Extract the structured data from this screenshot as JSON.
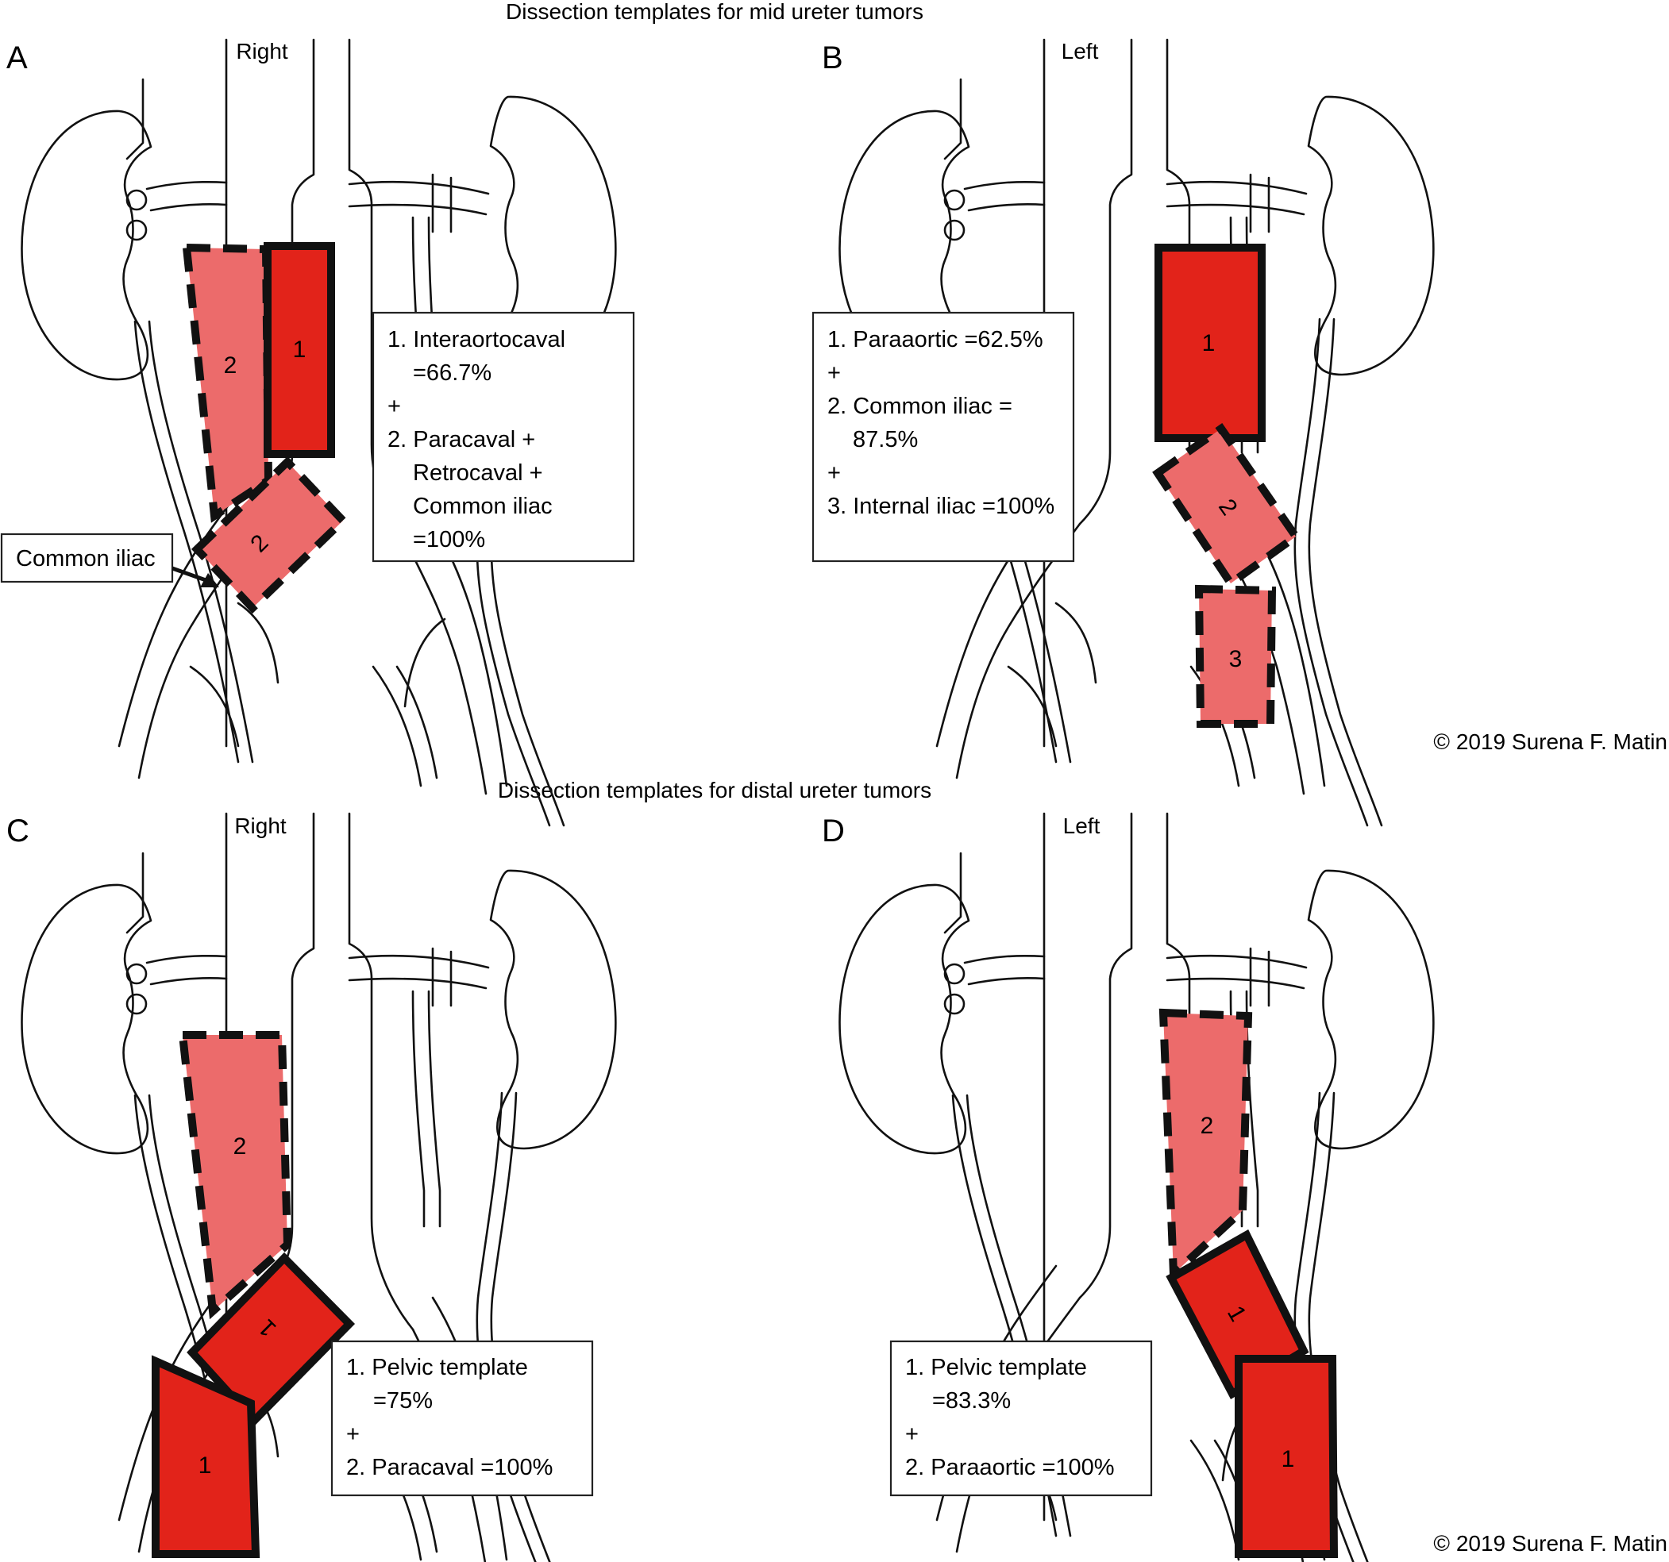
{
  "colors": {
    "solid_zone": "#e2231a",
    "dashed_zone": "#ec6b6b",
    "line": "#111111"
  },
  "sections": {
    "mid": {
      "title": "Dissection templates for mid ureter tumors"
    },
    "distal": {
      "title": "Dissection templates for distal ureter tumors"
    }
  },
  "copyright": "© 2019 Surena F. Matin",
  "panels": {
    "A": {
      "letter": "A",
      "side": "Right",
      "zones": {
        "z1": "1",
        "z2a": "2",
        "z2b": "2"
      },
      "legend": [
        "1. Interaortocaval",
        "=66.7%",
        "+",
        "2. Paracaval +",
        "Retrocaval +",
        "Common iliac",
        "=100%"
      ],
      "callout": "Common iliac"
    },
    "B": {
      "letter": "B",
      "side": "Left",
      "zones": {
        "z1": "1",
        "z2": "2",
        "z3": "3"
      },
      "legend": [
        "1. Paraaortic =62.5%",
        "+",
        "2. Common iliac =",
        "87.5%",
        "+",
        "3. Internal iliac =100%"
      ]
    },
    "C": {
      "letter": "C",
      "side": "Right",
      "zones": {
        "z2": "2",
        "z1a": "1",
        "z1b": "1"
      },
      "legend": [
        "1. Pelvic template",
        "=75%",
        "+",
        "2. Paracaval =100%"
      ]
    },
    "D": {
      "letter": "D",
      "side": "Left",
      "zones": {
        "z2": "2",
        "z1a": "1",
        "z1b": "1"
      },
      "legend": [
        "1. Pelvic template",
        "=83.3%",
        "+",
        "2. Paraaortic =100%"
      ]
    }
  }
}
